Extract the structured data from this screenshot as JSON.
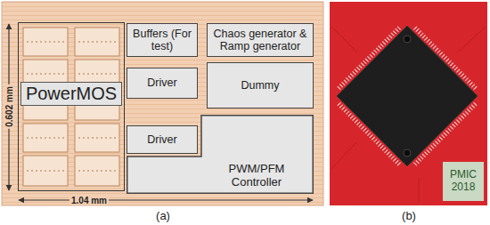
{
  "diagram": {
    "nodes": [
      {
        "text": [
          "PowerMOS"
        ]
      },
      {
        "text": [
          "Buffers (For test)"
        ]
      },
      {
        "text": [
          "Chaos generator & Ramp generator"
        ]
      },
      {
        "text": [
          "Driver"
        ]
      },
      {
        "text": [
          "Dummy"
        ]
      },
      {
        "text": [
          "Driver"
        ]
      },
      {
        "text": [
          "PWM/PFM Controller"
        ]
      },
      {
        "text": [
          "PMIC 2018"
        ]
      }
    ],
    "labels": [
      "0.602 mm",
      "1.04 mm",
      "(a)",
      "(b)"
    ]
  }
}
